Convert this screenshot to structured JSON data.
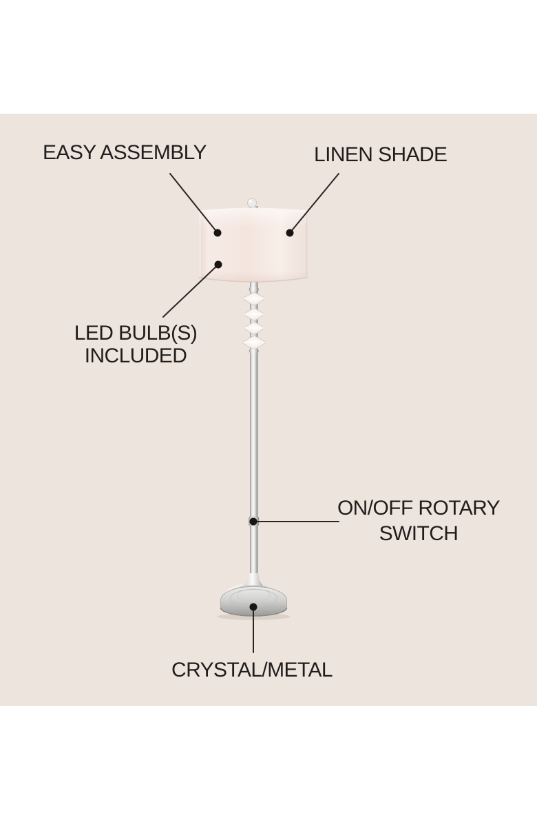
{
  "scene": {
    "type": "product-feature-infographic",
    "product": "crystal and metal floor lamp with linen drum shade and chrome round base"
  },
  "colors": {
    "page_background": "#ffffff",
    "panel_background": "#ede4dd",
    "label_text": "#201d1c",
    "callout_line": "#2b2421",
    "callout_dot": "#191513",
    "shade": "#f3e6df",
    "chrome": "#c9c9c7"
  },
  "annotations": {
    "easy_assembly": {
      "label": "EASY ASSEMBLY"
    },
    "linen_shade": {
      "label": "LINEN SHADE"
    },
    "led_bulbs": {
      "line1": "LED BULB(S)",
      "line2": "INCLUDED"
    },
    "rotary_switch": {
      "line1": "ON/OFF ROTARY",
      "line2": "SWITCH"
    },
    "crystal_metal": {
      "label": "CRYSTAL/METAL"
    }
  }
}
